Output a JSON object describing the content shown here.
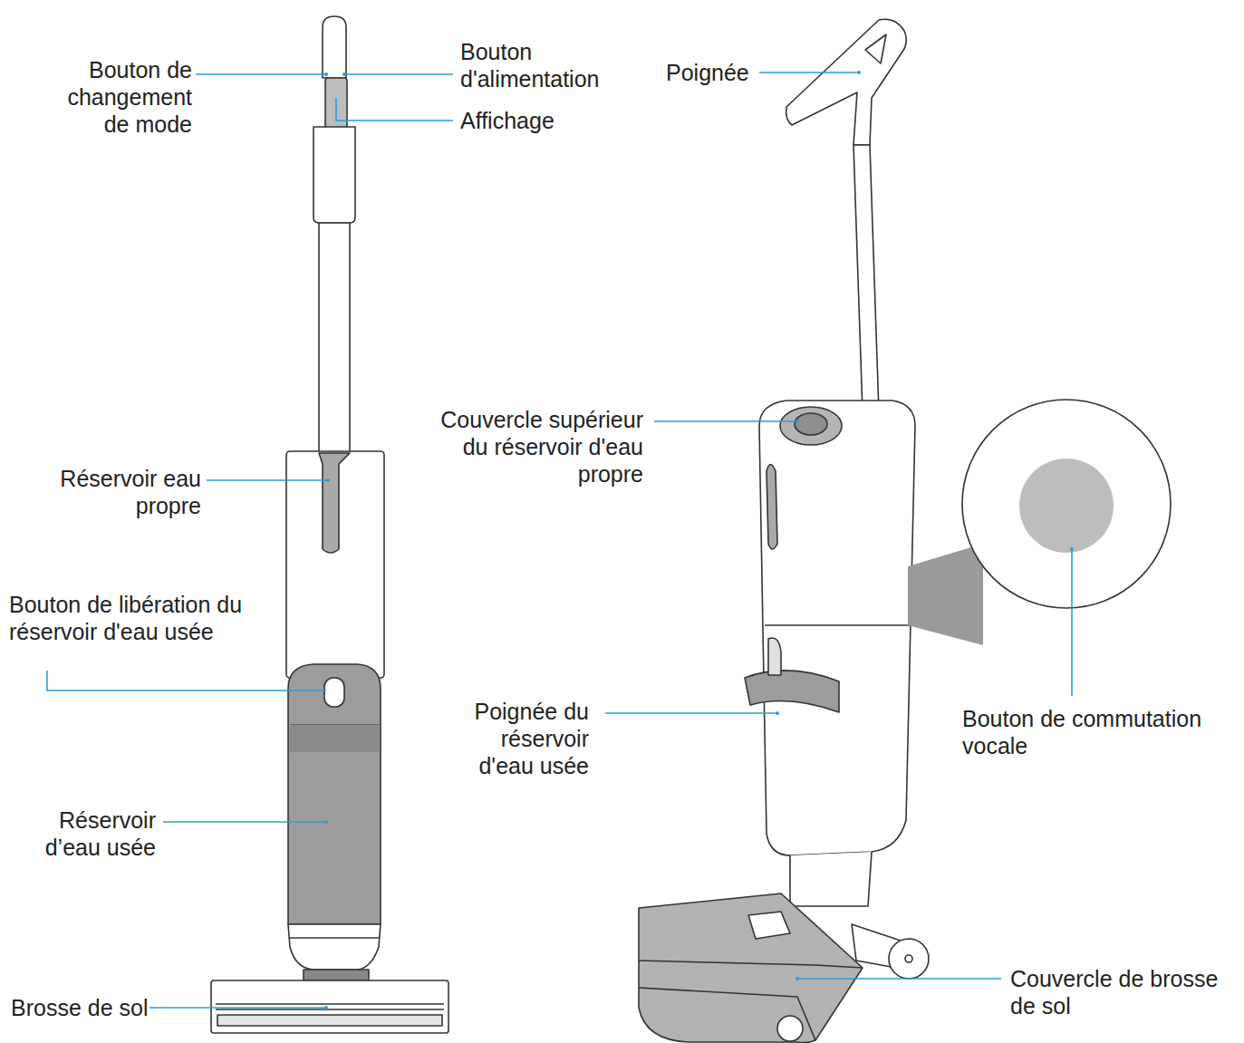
{
  "diagram": {
    "labels": [
      "Bouton de changement de mode",
      "Bouton d'alimentation",
      "Affichage",
      "Réservoir eau propre",
      "Bouton de libération du réservoir d'eau usée",
      "Réservoir d’eau usée",
      "Brosse de sol",
      "Poignée",
      "Couvercle supérieur du réservoir d'eau propre",
      "Poignée du réservoir d'eau usée",
      "Bouton de commutation vocale",
      "Couvercle de brosse de sol"
    ]
  }
}
